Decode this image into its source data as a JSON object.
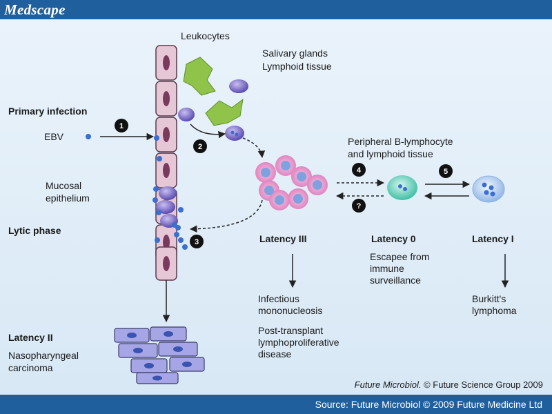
{
  "header": {
    "logo": "Medscape"
  },
  "footer": {
    "source": "Source: Future Microbiol © 2009 Future Medicine Ltd"
  },
  "diagram": {
    "leukocytes": "Leukocytes",
    "salivary": [
      "Salivary glands",
      "Lymphoid tissue"
    ],
    "primary_infection": "Primary infection",
    "ebv": "EBV",
    "mucosal": [
      "Mucosal",
      "epithelium"
    ],
    "lytic_phase": "Lytic phase",
    "latency_ii": "Latency II",
    "nasopharyngeal": [
      "Nasopharyngeal",
      "carcinoma"
    ],
    "peripheral": [
      "Peripheral B-lymphocyte",
      "and lymphoid tissue"
    ],
    "latency_iii": "Latency III",
    "latency_0": "Latency 0",
    "latency_i": "Latency I",
    "escapee": [
      "Escapee from",
      "immune",
      "surveillance"
    ],
    "infectious": [
      "Infectious",
      "mononucleosis"
    ],
    "post_transplant": [
      "Post-transplant",
      "lymphoproliferative",
      "disease"
    ],
    "burkitts": [
      "Burkitt's",
      "lymphoma"
    ],
    "credit_journal": "Future Microbiol.",
    "credit_rest": " © Future Science Group 2009",
    "steps": [
      "1",
      "2",
      "3",
      "4",
      "5",
      "?"
    ]
  },
  "colors": {
    "header": "#1f5f9e",
    "epithelium_fill": "#e6c7d6",
    "epithelium_stroke": "#5a3a4a",
    "nucleus": "#7a3a5e",
    "virus": "#3a6fd0",
    "lymphocyte": "#6e5fc0",
    "green_cell": "#8fc34a",
    "pink_cell": "#e59acb",
    "teal_cell": "#4fc9b4",
    "blue_cell": "#a8c8ef",
    "carcinoma": "#8f8fd8"
  }
}
